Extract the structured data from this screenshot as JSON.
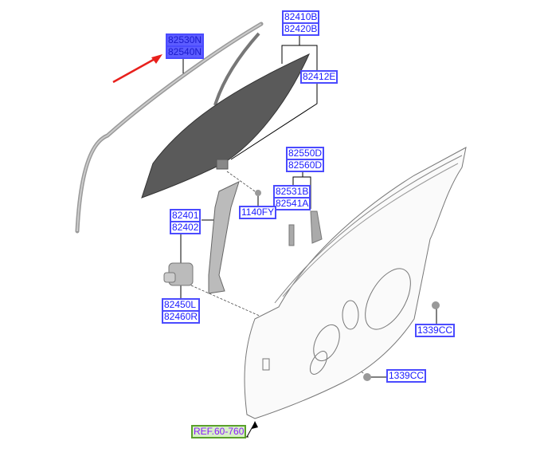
{
  "labels": {
    "l1": [
      "82530N",
      "82540N"
    ],
    "l2": [
      "82410B",
      "82420B"
    ],
    "l3": [
      "82412E"
    ],
    "l4": [
      "82550D",
      "82560D"
    ],
    "l5": [
      "82531B",
      "82541A"
    ],
    "l6": [
      "1140FY"
    ],
    "l7": [
      "82401",
      "82402"
    ],
    "l8": [
      "82450L",
      "82460R"
    ],
    "l9": [
      "1339CC"
    ],
    "l10": [
      "1339CC"
    ]
  },
  "reference": "REF.60-760",
  "colors": {
    "label_border": "#4b4bff",
    "label_text": "#1a1aff",
    "arrow": "#e8201c",
    "ref_border": "#5aa02c",
    "ref_text": "#8a1aff"
  }
}
